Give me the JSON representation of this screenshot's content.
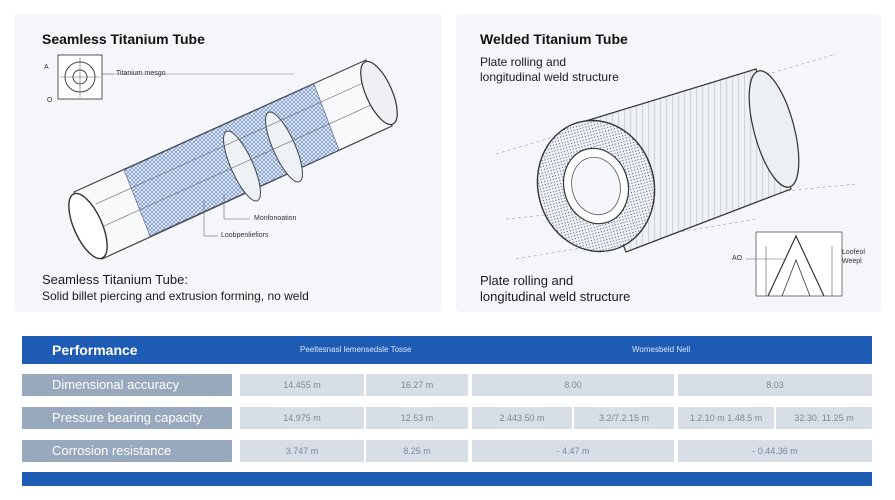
{
  "seamless": {
    "title": "Seamless Titanium Tube",
    "caption_title": "Seamless Titanium Tube:",
    "caption_text": "Solid billet piercing and extrusion forming, no weld",
    "inset_label_a": "A",
    "inset_label_b": "O",
    "callout_top": "Titanium mesgo",
    "callout_mid": "Monfonoation",
    "callout_low": "Loobpenliefiors"
  },
  "welded": {
    "title": "Welded Titanium Tube",
    "subtitle_line1": "Plate rolling and",
    "subtitle_line2": "longitudinal weld structure",
    "caption_line1": "Plate rolling and",
    "caption_line2": "longitudinal weld structure",
    "callout_ao": "AO",
    "callout_weld_line1": "Loofeol",
    "callout_weld_line2": "Weepl"
  },
  "table": {
    "header": {
      "label": "Performance",
      "col1": "Peeltesnasl lemensedsle Tosse",
      "col2": "Womesbeld Nell"
    },
    "rows": [
      {
        "label": "Dimensional accuracy",
        "cells": [
          "14.455 m",
          "16.27 m",
          "8.00",
          "8.03"
        ]
      },
      {
        "label": "Pressure bearing capacity",
        "cells": [
          "14.975 m",
          "12.53 m",
          "2.443.50 m",
          "3.2/7.2.15 m",
          "1.2.10 m 1.48.5 m",
          "32.30. 11.25 m"
        ]
      },
      {
        "label": "Corrosion resistance",
        "cells": [
          "3.747 m",
          "8.25 m",
          "- 4.47 m",
          "- 0.44.36 m"
        ]
      }
    ]
  },
  "colors": {
    "accent_blue": "#1e5bb5",
    "row_label_bg": "#98a8bd",
    "cell_bg": "#d8dee6",
    "panel_bg": "#f4f6f9"
  }
}
